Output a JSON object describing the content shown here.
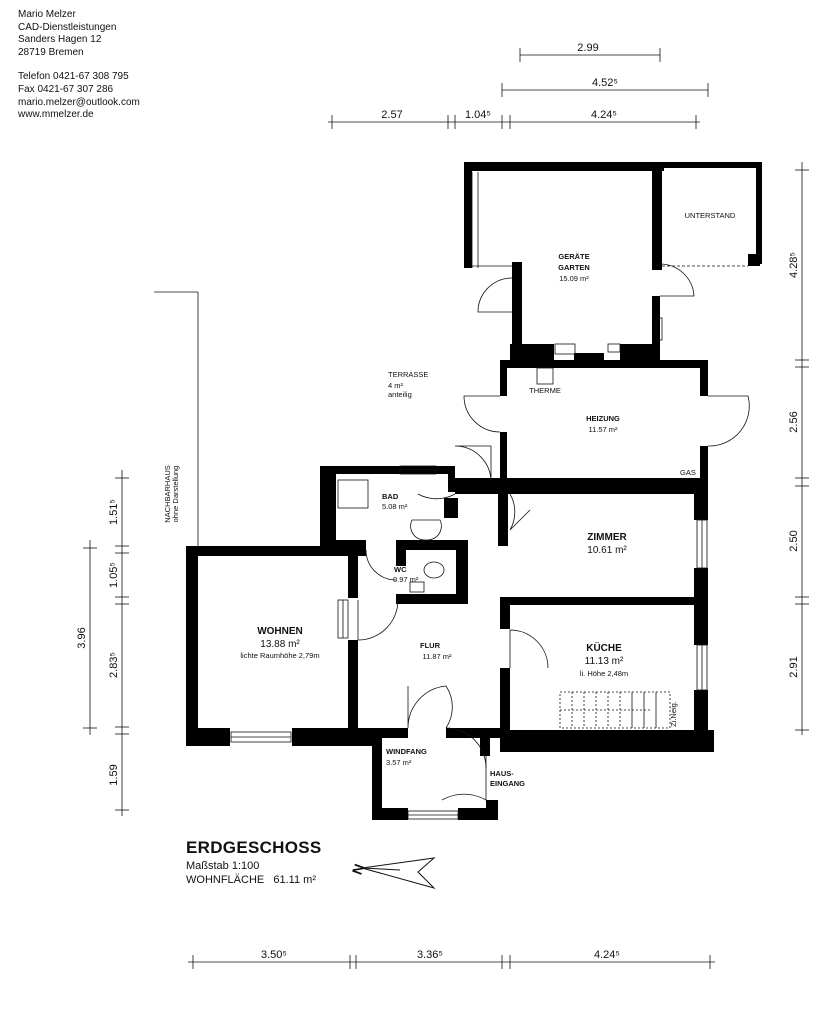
{
  "contact": {
    "name": "Mario Melzer",
    "company": "CAD-Dienstleistungen",
    "street": "Sanders Hagen 12",
    "city": "28719 Bremen",
    "phone": "Telefon 0421-67 308 795",
    "fax": "Fax 0421-67 307 286",
    "email": "mario.melzer@outlook.com",
    "web": "www.mmelzer.de"
  },
  "plan": {
    "title": "ERDGESCHOSS",
    "scale": "Maßstab 1:100",
    "living_area": "WOHNFLÄCHE   61.11 m²"
  },
  "dimensions": {
    "top": [
      "2.99",
      "4.52⁵",
      "2.57",
      "1.04⁵",
      "4.24⁵"
    ],
    "bottom": [
      "3.50⁵",
      "3.36⁵",
      "4.24⁵"
    ],
    "right": [
      "4.28⁵",
      "2.56",
      "2.50",
      "2.91"
    ],
    "left": [
      "1.51⁵",
      "1.05⁵",
      "3.96",
      "2.83⁵",
      "1.59"
    ]
  },
  "rooms": {
    "geraete_line1": "GERÄTE",
    "geraete_line2": "GARTEN",
    "geraete_area": "15.09 m²",
    "unterstand": "UNTERSTAND",
    "terrasse": "TERRASSE",
    "terrasse_area": "4 m²",
    "terrasse_note": "anteilig",
    "heizung": "HEIZUNG",
    "heizung_area": "11.57 m²",
    "therme": "THERME",
    "gas": "GAS",
    "bad": "BAD",
    "bad_area": "5.08 m²",
    "wc": "WC",
    "wc_area": "0.97 m²",
    "zimmer": "ZIMMER",
    "zimmer_area": "10.61 m²",
    "wohnen": "WOHNEN",
    "wohnen_area": "13.88 m²",
    "wohnen_note": "lichte Raumhöhe 2,79m",
    "flur": "FLUR",
    "flur_area": "11.87 m²",
    "kueche": "KÜCHE",
    "kueche_area": "11.13 m²",
    "kueche_note": "li. Höhe 2,48m",
    "windfang": "WINDFANG",
    "windfang_area": "3.57 m²",
    "haus_line1": "HAUS-",
    "haus_line2": "EINGANG",
    "nachbar_line1": "NACHBARHAUS",
    "nachbar_line2": "ohne Darstellung",
    "stairs": "Zi.Neig."
  },
  "north_label": "N"
}
